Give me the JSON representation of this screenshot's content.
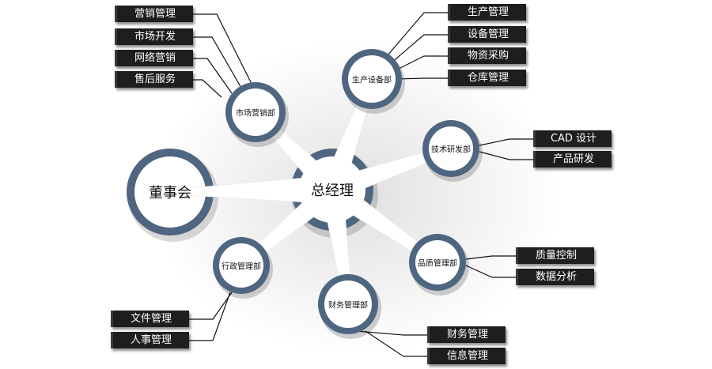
{
  "center": {
    "label": "总经理"
  },
  "board": {
    "label": "董事会"
  },
  "departments": [
    {
      "label": "市场营销部",
      "items": [
        "营销管理",
        "市场开发",
        "网络营销",
        "售后服务"
      ]
    },
    {
      "label": "生产设备部",
      "items": [
        "生产管理",
        "设备管理",
        "物资采购",
        "仓库管理"
      ]
    },
    {
      "label": "技术研发部",
      "items": [
        "CAD 设计",
        "产品研发"
      ]
    },
    {
      "label": "品质管理部",
      "items": [
        "质量控制",
        "数据分析"
      ]
    },
    {
      "label": "财务管理部",
      "items": [
        "财务管理",
        "信息管理"
      ]
    },
    {
      "label": "行政管理部",
      "items": [
        "文件管理",
        "人事管理"
      ]
    }
  ],
  "colors": {
    "ring": "#4f6680",
    "tag": "#1e1e1e"
  }
}
